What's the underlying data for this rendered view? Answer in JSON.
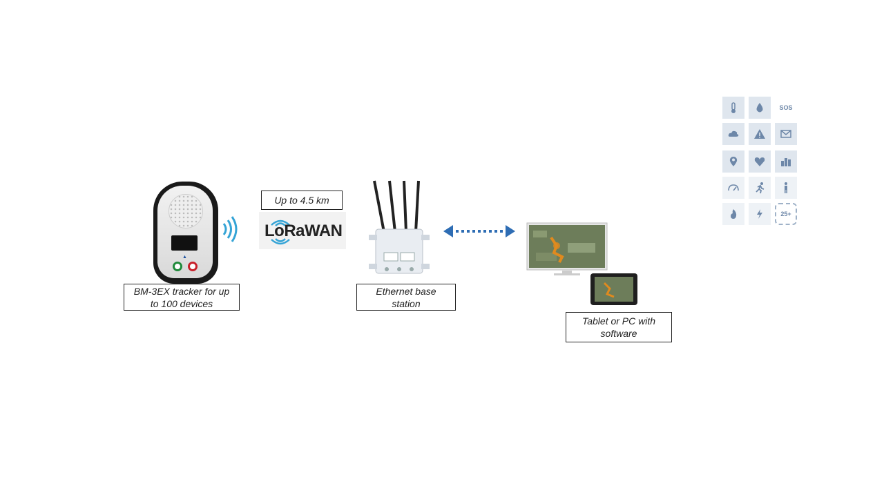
{
  "labels": {
    "tracker": "BM-3EX tracker for up to 100 devices",
    "range": "Up to 4.5 km",
    "base_station": "Ethernet base station",
    "client": "Tablet or PC with software"
  },
  "lorawan": {
    "logo_text": "LoRaWAN"
  },
  "sensor_icons": {
    "sos": "SOS",
    "more": "25+",
    "names": [
      "thermometer-icon",
      "drop-icon",
      "sos-icon",
      "cloud-icon",
      "warning-icon",
      "mail-icon",
      "location-pin-icon",
      "heart-icon",
      "buildings-icon",
      "speedometer-icon",
      "running-person-icon",
      "standing-person-icon",
      "fire-icon",
      "lightning-icon",
      "more-sensors-icon"
    ]
  },
  "colors": {
    "arrow": "#2e6db4",
    "signal": "#35a4d6",
    "icon_tile": "#dfe6ee",
    "icon_fg": "#6d87a8",
    "map_orange": "#e08a1e"
  }
}
